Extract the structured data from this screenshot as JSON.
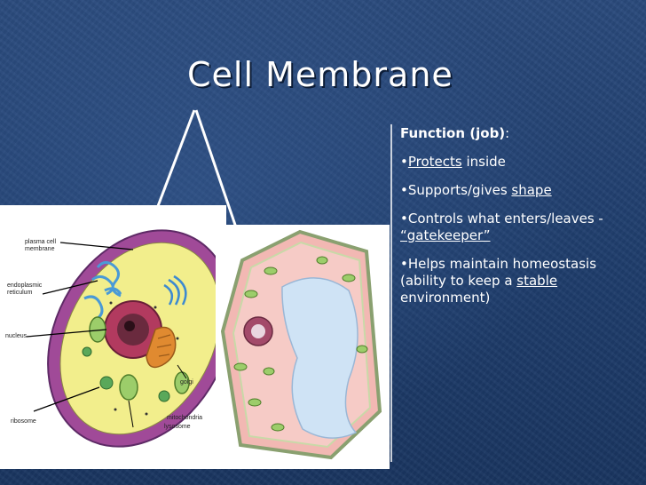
{
  "slide": {
    "title": "Cell Membrane",
    "function_heading": "Function (job)",
    "function_colon": ":",
    "bullet": "•",
    "points": {
      "protects_link": "Protects",
      "protects_rest": " inside",
      "supports_text": "Supports/gives ",
      "supports_link": "shape",
      "controls_text": "Controls what enters/leaves - ",
      "controls_link": "“gatekeeper”",
      "helps_text": "Helps maintain homeostasis (ability to keep a ",
      "helps_link": "stable",
      "helps_rest": " environment)"
    }
  },
  "diagram_labels": {
    "plasma_membrane": "plasma cell membrane",
    "er": "endoplasmic reticulum",
    "nucleus": "nucleus",
    "golgi": "golgi",
    "ribosome": "ribosome",
    "mitochondria": "mitochondria",
    "lysosome": "lysosome"
  },
  "colors": {
    "background": "#1f3d6c",
    "text": "#ffffff",
    "membrane_purple": "#a04a98",
    "cytoplasm_yellow": "#f2ee8c",
    "plant_wall": "#f2b8b3",
    "vacuole_blue": "#cfe3f5"
  }
}
